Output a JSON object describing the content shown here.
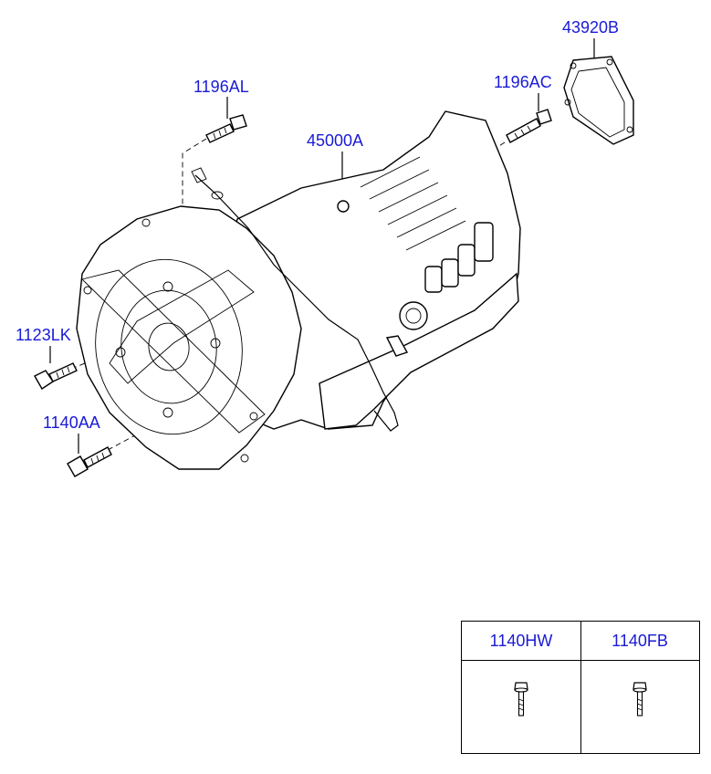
{
  "callouts": {
    "gasket": "43920B",
    "bolt_top_left": "1196AL",
    "bolt_top_right": "1196AC",
    "transmission": "45000A",
    "bolt_left_mid": "1123LK",
    "bolt_left_low": "1140AA"
  },
  "table": {
    "headers": [
      "1140HW",
      "1140FB"
    ]
  },
  "colors": {
    "label": "#1a1ad6",
    "line": "#000000"
  }
}
